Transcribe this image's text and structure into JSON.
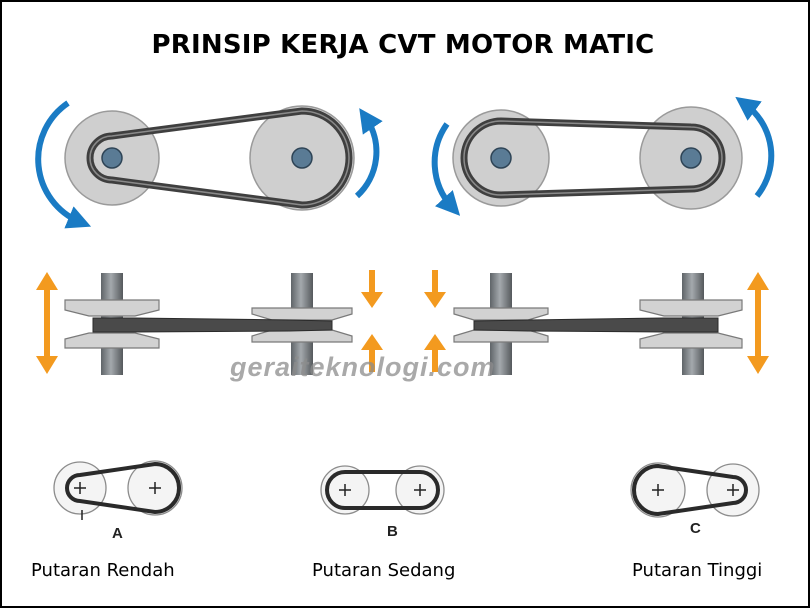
{
  "title": "PRINSIP KERJA CVT MOTOR MATIC",
  "watermark": "geraiteknologi.com",
  "diagram_letters": [
    "A",
    "B",
    "C"
  ],
  "captions": [
    "Putaran Rendah",
    "Putaran Sedang",
    "Putaran Tinggi"
  ],
  "colors": {
    "rotation_arrow": "#1a7bc4",
    "force_arrow": "#f39a1f",
    "pulley": "#c8c8c8",
    "belt": "#4a4a4a",
    "shaft_hub": "#5a7b95"
  },
  "icons": [
    "rotation-arrow-icon",
    "force-arrow-icon",
    "plus-icon"
  ]
}
